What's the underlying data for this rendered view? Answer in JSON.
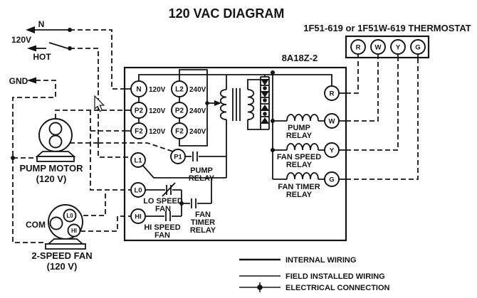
{
  "title": "120 VAC DIAGRAM",
  "colors": {
    "ink": "#141414",
    "bg": "#ffffff"
  },
  "power": {
    "n": "N",
    "voltage": "120V",
    "hot": "HOT",
    "gnd": "GND"
  },
  "pump_motor": {
    "name": "PUMP MOTOR",
    "rating": "(120 V)"
  },
  "fan_motor": {
    "name": "2-SPEED FAN",
    "rating": "(120 V)",
    "com": "COM",
    "lo": "L0",
    "hi": "HI"
  },
  "control_box": {
    "model": "8A18Z-2",
    "terminals": {
      "n": {
        "label": "N",
        "voltage": "120V"
      },
      "p2a": {
        "label": "P2",
        "voltage": "120V"
      },
      "f2a": {
        "label": "F2",
        "voltage": "120V"
      },
      "l2": {
        "label": "L2",
        "voltage": "240V"
      },
      "p2b": {
        "label": "P2",
        "voltage": "240V"
      },
      "f2b": {
        "label": "F2",
        "voltage": "240V"
      },
      "l1": "L1",
      "p1": "P1",
      "l0": "L0",
      "hi": "HI",
      "r": "R",
      "w": "W",
      "y": "Y",
      "g": "G"
    },
    "contacts": {
      "pump_relay": {
        "line1": "PUMP",
        "line2": "RELAY"
      },
      "lo_speed_fan": {
        "line1": "LO SPEED",
        "line2": "FAN"
      },
      "hi_speed_fan": {
        "line1": "HI SPEED",
        "line2": "FAN"
      },
      "fan_timer_relay": {
        "line1": "FAN",
        "line2": "TIMER",
        "line3": "RELAY"
      }
    },
    "coils": {
      "pump_relay": {
        "line1": "PUMP",
        "line2": "RELAY"
      },
      "fan_speed_relay": {
        "line1": "FAN SPEED",
        "line2": "RELAY"
      },
      "fan_timer_relay": {
        "line1": "FAN TIMER",
        "line2": "RELAY"
      }
    }
  },
  "thermostat": {
    "label": "1F51-619 or 1F51W-619 THERMOSTAT",
    "terminals": [
      "R",
      "W",
      "Y",
      "G"
    ]
  },
  "legend": {
    "internal": "INTERNAL WIRING",
    "field": "FIELD INSTALLED WIRING",
    "connection": "ELECTRICAL CONNECTION"
  }
}
